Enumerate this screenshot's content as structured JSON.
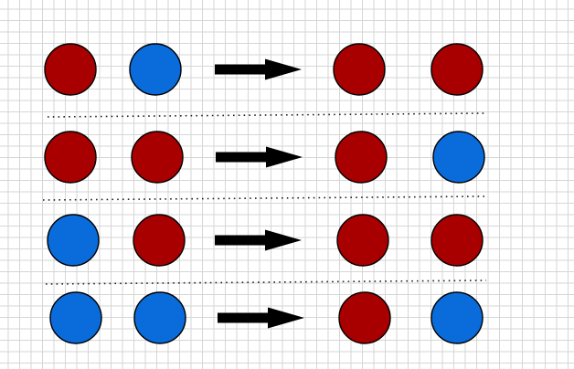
{
  "colors": {
    "red": "#a80000",
    "blue": "#0a6bdb",
    "arrow": "#000000",
    "grid": "#d6d6d6"
  },
  "rules": [
    {
      "inputs": [
        "red",
        "blue"
      ],
      "outputs": [
        "red",
        "red"
      ]
    },
    {
      "inputs": [
        "red",
        "red"
      ],
      "outputs": [
        "red",
        "blue"
      ]
    },
    {
      "inputs": [
        "blue",
        "red"
      ],
      "outputs": [
        "red",
        "red"
      ]
    },
    {
      "inputs": [
        "blue",
        "blue"
      ],
      "outputs": [
        "red",
        "blue"
      ]
    }
  ]
}
